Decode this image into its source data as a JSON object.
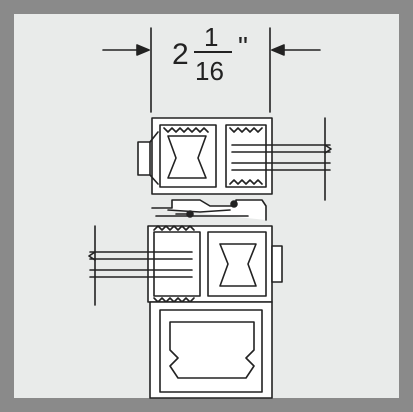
{
  "dimension": {
    "whole": "2",
    "numerator": "1",
    "denominator": "16",
    "unit": "\""
  },
  "colors": {
    "outer_frame": "#8a8a8a",
    "panel": "#e9ebea",
    "line": "#222222",
    "profile_fill": "#ffffff"
  }
}
